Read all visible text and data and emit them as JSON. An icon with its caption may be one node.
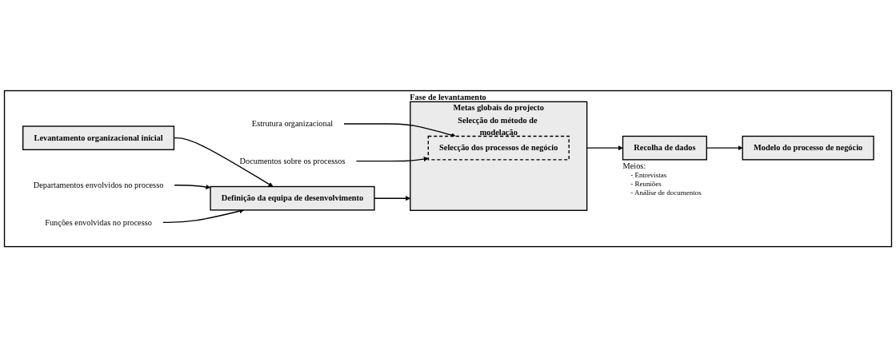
{
  "diagram": {
    "nodes": [
      {
        "text": [
          "Fase de levantamento"
        ]
      },
      {
        "text": [
          "Levantamento organizacional inicial"
        ],
        "in": 0
      },
      {
        "text": [
          "Departamentos envolvidos no processo"
        ],
        "in": 0
      },
      {
        "text": [
          "Definição da equipa de desenvolvimento"
        ],
        "in": 0
      },
      {
        "text": [
          "Funções envolvidas no processo"
        ],
        "in": 0
      },
      {
        "text": [
          "Estrutura organizacional"
        ],
        "in": 0
      },
      {
        "text": [
          "Documentos sobre os processos"
        ],
        "in": 0
      },
      {
        "text": [
          "Metas globais do projecto",
          "Selecção do método de modelação"
        ],
        "in": 0
      },
      {
        "text": [
          "Selecção dos processos de negócio"
        ],
        "in": 7
      },
      {
        "text": [
          "Recolha de dados"
        ],
        "in": 0,
        "beside": [
          "Meios:",
          "- Entrevistas",
          "- Reuniões",
          "- Análise de documentos"
        ]
      },
      {
        "text": [
          "Modelo do processo de negócio"
        ],
        "in": 0
      }
    ],
    "edges": [
      {
        "from": 1,
        "to": 3,
        "arrow": "to"
      },
      {
        "from": 2,
        "to": 3,
        "arrow": "to"
      },
      {
        "from": 4,
        "to": 3,
        "arrow": "to"
      },
      {
        "from": 3,
        "to": 7,
        "arrow": "to"
      },
      {
        "from": 5,
        "to": 8,
        "arrow": "to"
      },
      {
        "from": 6,
        "to": 8,
        "arrow": "to"
      },
      {
        "from": 7,
        "to": 9,
        "arrow": "to"
      },
      {
        "from": 9,
        "to": 10,
        "arrow": "to"
      }
    ]
  }
}
